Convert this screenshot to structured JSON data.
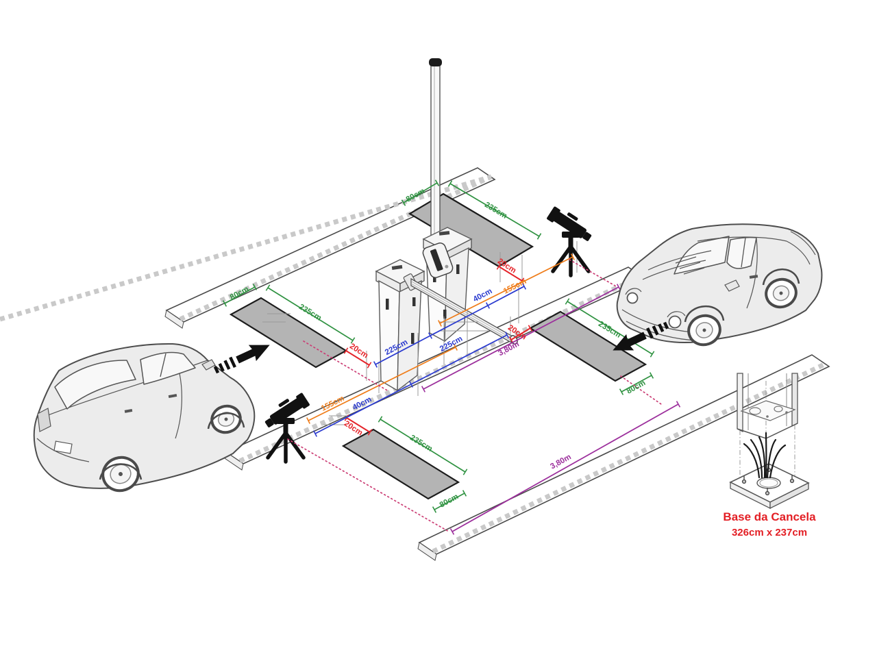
{
  "dims": {
    "loop_length": "235cm",
    "loop_width": "80cm",
    "gap_20": "20cm",
    "dist_155": "155cm",
    "dist_40": "40cm",
    "dist_225": "225cm",
    "lane_380": "3,80m"
  },
  "base_detail": {
    "title": "Base da Cancela",
    "size": "326cm x 237cm"
  },
  "loops": {
    "count": 4,
    "length": "235cm",
    "width": "80cm",
    "edge_gap": "20cm"
  },
  "colors": {
    "loop_fill": "#b4b4b4",
    "dim_green": "#2f9241",
    "dim_red": "#e5242a",
    "dim_blue": "#2b3bcf",
    "dim_orange": "#ef7d1a",
    "dim_purple": "#9c2f9c",
    "beam_magenta": "#cb3d74",
    "caption_red": "#e31e24"
  }
}
